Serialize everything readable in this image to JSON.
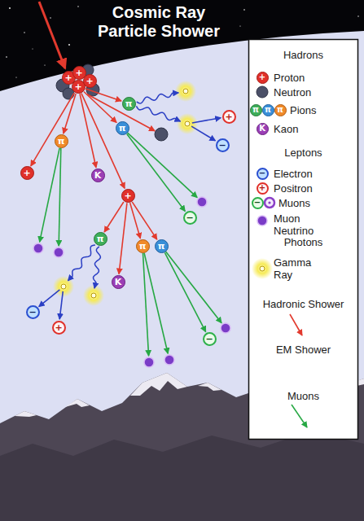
{
  "diagram": {
    "title": "Cosmic Ray Particle Shower",
    "nodes": [
      {
        "text": [
          "+"
        ]
      },
      {
        "text": [
          "+"
        ]
      },
      {
        "text": [
          "+"
        ]
      },
      {
        "text": [
          "+"
        ]
      },
      {
        "text": [
          "π"
        ]
      },
      {
        "text": [
          "π"
        ]
      },
      {
        "text": [
          "π"
        ]
      },
      {
        "text": [
          "+"
        ]
      },
      {
        "text": [
          "K"
        ]
      },
      {
        "text": [
          "+"
        ]
      },
      {
        "text": [
          "−"
        ]
      },
      {
        "text": [
          "−"
        ]
      },
      {
        "text": [
          "+"
        ]
      },
      {
        "text": [
          "π"
        ]
      },
      {
        "text": [
          "π"
        ]
      },
      {
        "text": [
          "π"
        ]
      },
      {
        "text": [
          "K"
        ]
      },
      {
        "text": [
          "−"
        ]
      },
      {
        "text": [
          "+"
        ]
      },
      {
        "text": [
          "−"
        ]
      }
    ],
    "edges": [
      {
        "from": 0,
        "to": 4,
        "arrow": "to"
      },
      {
        "from": 0,
        "to": 5,
        "arrow": "to"
      },
      {
        "from": 0,
        "to": 6,
        "arrow": "to"
      },
      {
        "from": 0,
        "to": 7,
        "arrow": "to"
      },
      {
        "from": 0,
        "to": 8,
        "arrow": "to"
      },
      {
        "from": 0,
        "to": 12,
        "arrow": "to"
      },
      {
        "from": 5,
        "to": 11,
        "arrow": "to"
      },
      {
        "from": 12,
        "to": 13,
        "arrow": "to"
      },
      {
        "from": 12,
        "to": 14,
        "arrow": "to"
      },
      {
        "from": 12,
        "to": 15,
        "arrow": "to"
      },
      {
        "from": 12,
        "to": 16,
        "arrow": "to"
      },
      {
        "from": 15,
        "to": 19,
        "arrow": "to"
      }
    ],
    "labels": [
      "Hadrons",
      "Leptons",
      "Photons",
      "+",
      "π",
      "π",
      "π",
      "K",
      "−",
      "+",
      "−"
    ],
    "legend": [
      {
        "text": "Proton"
      },
      {
        "text": "Neutron"
      },
      {
        "text": "Pions"
      },
      {
        "text": "Kaon"
      },
      {
        "text": "Electron"
      },
      {
        "text": "Positron"
      },
      {
        "text": "Muons"
      },
      {
        "text": "Muon Neutrino"
      },
      {
        "text": "Gamma Ray"
      },
      {
        "text": "Hadronic Shower"
      },
      {
        "text": "EM Shower"
      },
      {
        "text": "Muons"
      }
    ]
  }
}
